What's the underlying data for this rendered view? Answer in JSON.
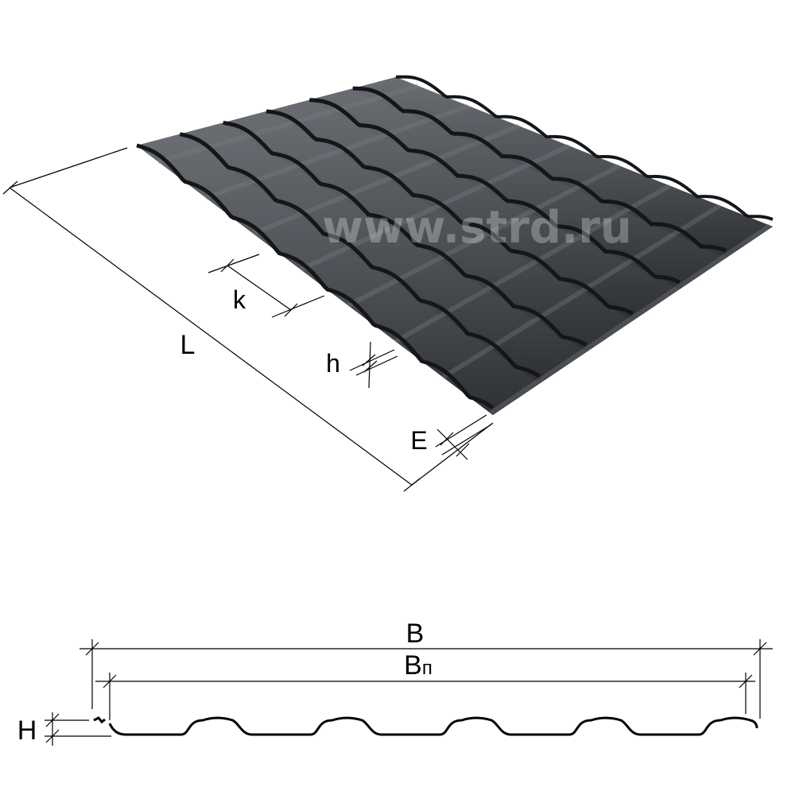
{
  "watermark": "www.strd.ru",
  "dimensions": {
    "length": "L",
    "step": "k",
    "step_height": "h",
    "overhang": "E",
    "full_width": "B",
    "useful_width_main": "B",
    "useful_width_sub": "п",
    "profile_height": "H"
  },
  "colors": {
    "sheet": "#4b4e53",
    "sheet_dark": "#1b1c1f",
    "sheet_light": "#6e7277",
    "lines": "#000000",
    "watermark": "#ffffff"
  }
}
